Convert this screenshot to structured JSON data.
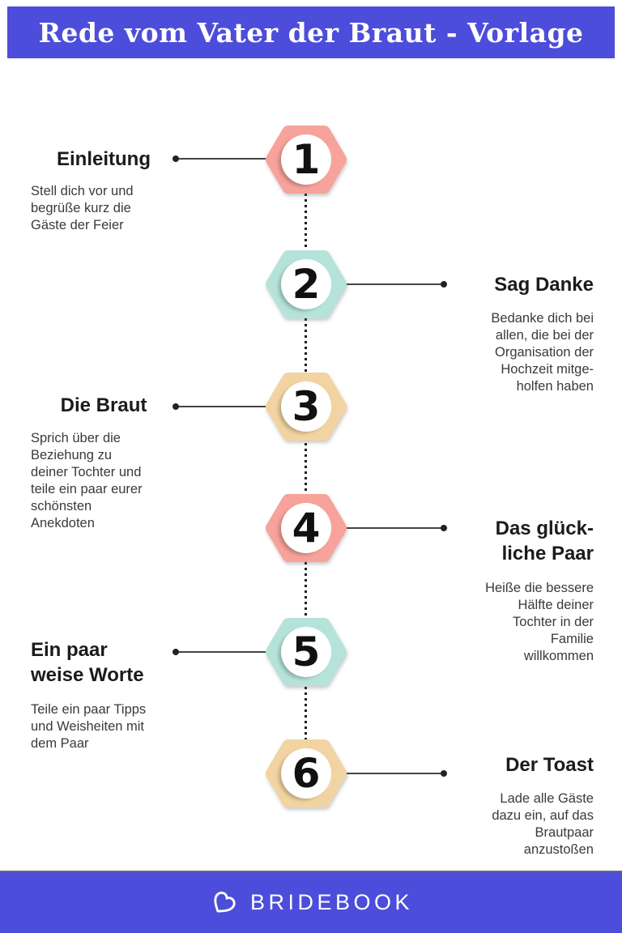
{
  "header": {
    "title": "Rede vom Vater der Braut - Vorlage"
  },
  "colors": {
    "banner": "#4D4DDB",
    "salmon": "#F7A29B",
    "teal": "#B5E3DA",
    "sand": "#F2D4A2",
    "heading_text": "#1B1B1B",
    "body_text": "#3A3A3A"
  },
  "steps": [
    {
      "number": "1",
      "side": "left",
      "color": "#F7A29B",
      "title": "Einleitung",
      "description": "Stell dich vor und\nbegrüße kurz die\nGäste der Feier"
    },
    {
      "number": "2",
      "side": "right",
      "color": "#B5E3DA",
      "title": "Sag Danke",
      "description": "Bedanke dich bei\nallen, die bei der\nOrganisation der\nHochzeit mitge-\nholfen haben"
    },
    {
      "number": "3",
      "side": "left",
      "color": "#F2D4A2",
      "title": "Die Braut",
      "description": "Sprich über die\nBeziehung zu\ndeiner Tochter und\nteile ein paar eurer\nschönsten\nAnekdoten"
    },
    {
      "number": "4",
      "side": "right",
      "color": "#F7A29B",
      "title": "Das glück-\nliche Paar",
      "description": "Heiße die bessere\nHälfte deiner\nTochter in der\nFamilie\nwillkommen"
    },
    {
      "number": "5",
      "side": "left",
      "color": "#B5E3DA",
      "title": "Ein paar\nweise Worte",
      "description": "Teile ein paar Tipps\nund Weisheiten mit\ndem Paar"
    },
    {
      "number": "6",
      "side": "right",
      "color": "#F2D4A2",
      "title": "Der Toast",
      "description": "Lade alle Gäste\ndazu ein, auf das\nBrautpaar\nanzustoßen"
    }
  ],
  "footer": {
    "brand": "BRIDEBOOK",
    "logo_icon": "heart-outline-icon"
  }
}
